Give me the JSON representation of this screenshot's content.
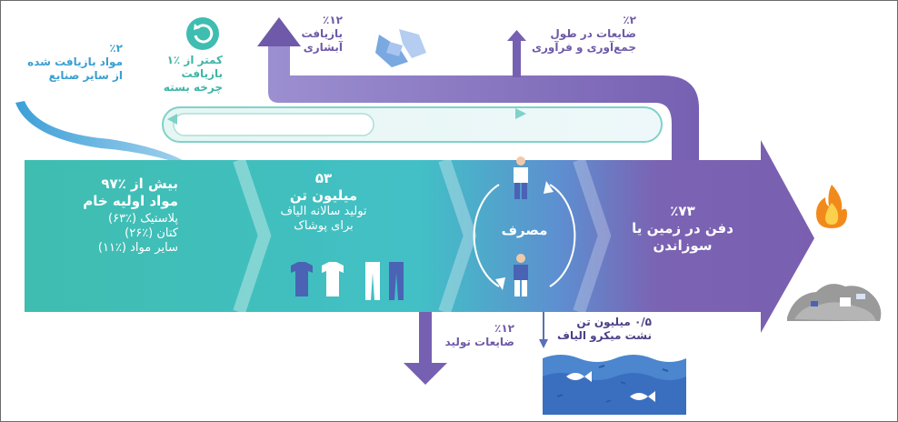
{
  "labels": {
    "recycled_other": [
      "٪۲",
      "مواد بازیافت شده",
      "از سایر صنایع"
    ],
    "closed_loop": [
      "کمتر از ٪۱",
      "بازیافت",
      "چرخه بسته"
    ],
    "cascade": [
      "٪۱۲",
      "بازیافت",
      "آبشاری"
    ],
    "collection_losses": [
      "٪۲",
      "ضایعات در طول",
      "جمع‌آوری و فرآوری"
    ],
    "raw_materials": {
      "title_line1": "بیش از ٪۹۷",
      "title_line2": "مواد اولیه خام",
      "items": [
        "پلاستیک (٪۶۳)",
        "کتان (٪۲۶)",
        "سایر مواد (٪۱۱)"
      ]
    },
    "production": {
      "number": "۵۳",
      "unit": "میلیون تن",
      "desc_line1": "تولید سالانه الیاف",
      "desc_line2": "برای پوشاک"
    },
    "consumption": "مصرف",
    "landfill": [
      "٪۷۳",
      "دفن در زمین یا",
      "سوزاندن"
    ],
    "production_waste": [
      "٪۱۲",
      "ضایعات تولید"
    ],
    "microfiber": [
      "۰/۵ میلیون تن",
      "نشت میکرو الیاف"
    ]
  },
  "icons": [
    "recycle-icon",
    "shredded-cloth-icon",
    "tshirt-icon",
    "person-icon",
    "fire-icon",
    "landfill-icon",
    "ocean-icon",
    "fish-icon"
  ],
  "colors": {
    "teal": "#3fbdb0",
    "purple": "#7b63b3",
    "blue": "#3d9fd8",
    "dark_purple": "#6e5aa8"
  }
}
